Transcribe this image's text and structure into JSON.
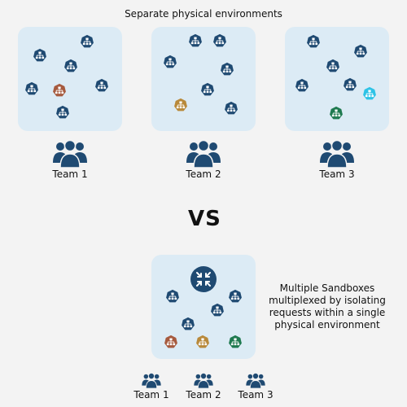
{
  "top_title": "Separate physical environments",
  "vs_label": "VS",
  "bottom_note": [
    "Multiple Sandboxes",
    "multiplexed by isolating",
    "requests within a single",
    "physical environment"
  ],
  "teams_top": [
    "Team 1",
    "Team 2",
    "Team 3"
  ],
  "teams_bottom": [
    "Team 1",
    "Team 2",
    "Team 3"
  ],
  "colors": {
    "background": "#f3f3f3",
    "environment": "#dcebf5",
    "node_default": "#1f4a72",
    "node_red": "#a65a3e",
    "node_gold": "#b8893a",
    "node_cyan": "#2ec3e6",
    "node_green": "#1f7a50",
    "team_icon": "#1f4a72"
  },
  "icons": {
    "service_node": "hierarchy-heptagon-icon",
    "router": "router-arrows-icon",
    "team": "people-group-icon"
  }
}
